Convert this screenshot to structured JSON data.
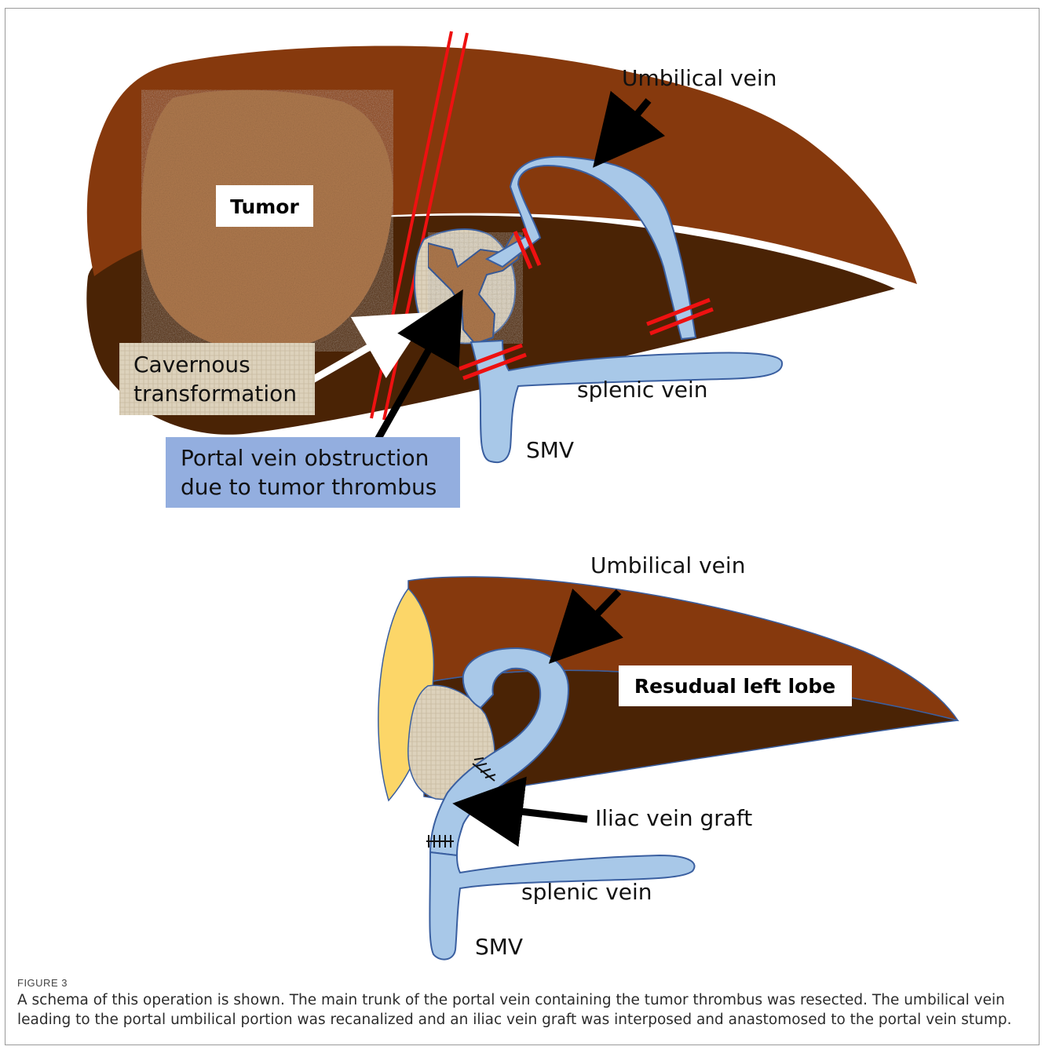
{
  "top_diagram": {
    "tumor_label": "Tumor",
    "umbilical_vein_label": "Umbilical vein",
    "cavernous_label_line1": "Cavernous",
    "cavernous_label_line2": "transformation",
    "obstruction_label_line1": "Portal vein obstruction",
    "obstruction_label_line2": "due to tumor thrombus",
    "splenic_vein_label": "splenic vein",
    "smv_label": "SMV"
  },
  "bottom_diagram": {
    "umbilical_vein_label": "Umbilical vein",
    "residual_lobe_label": "Resudual left lobe",
    "iliac_graft_label": "Iliac vein graft",
    "splenic_vein_label": "splenic vein",
    "smv_label": "SMV"
  },
  "colors": {
    "liver_upper": "#86390d",
    "liver_lower": "#4a2305",
    "vein_fill": "#a8c8e8",
    "vein_stroke": "#3a5fa0",
    "clamp_red": "#ee1111",
    "tumor": "#b07a4e",
    "cavernous": "#ddd0b8",
    "gallbladder": "#fcd668",
    "obstruction_box": "#93aedf"
  },
  "caption": {
    "tag": "FIGURE 3",
    "text": "A schema of this operation is shown. The main trunk of the portal vein containing the tumor thrombus was resected. The umbilical vein leading to the portal umbilical portion was recanalized and an iliac vein graft was interposed and anastomosed to the portal vein stump."
  }
}
